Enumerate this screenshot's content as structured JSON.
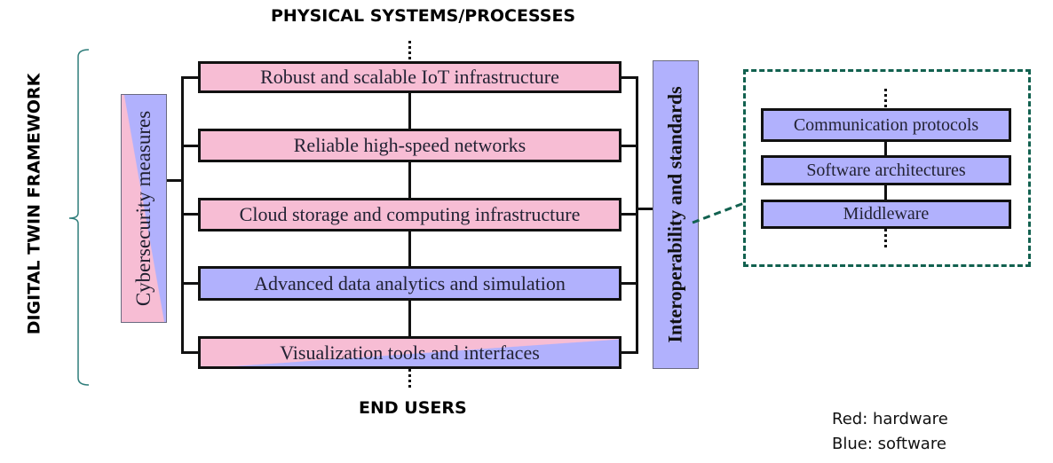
{
  "title_top": "PHYSICAL SYSTEMS/PROCESSES",
  "title_bottom": "END USERS",
  "framework_label": "DIGITAL TWIN FRAMEWORK",
  "left_column": {
    "label": "Cybersecurity measures",
    "category": "hardware+software"
  },
  "right_column": {
    "label": "Interoperability and standards",
    "category": "software"
  },
  "layers": [
    {
      "label": "Robust and scalable IoT infrastructure",
      "category": "hardware"
    },
    {
      "label": "Reliable high-speed networks",
      "category": "hardware"
    },
    {
      "label": "Cloud storage and computing infrastructure",
      "category": "hardware"
    },
    {
      "label": "Advanced data analytics and simulation",
      "category": "software"
    },
    {
      "label": "Visualization tools and interfaces",
      "category": "hardware+software"
    }
  ],
  "detail_panel": {
    "items": [
      {
        "label": "Communication protocols",
        "category": "software"
      },
      {
        "label": "Software architectures",
        "category": "software"
      },
      {
        "label": "Middleware",
        "category": "software"
      }
    ]
  },
  "legend": {
    "red": "Red: hardware",
    "blue": "Blue: software"
  },
  "colors": {
    "hardware": "#f7bdd4",
    "software": "#b1b1fd",
    "bracket": "#2e7d7a",
    "callout": "#11614f"
  }
}
